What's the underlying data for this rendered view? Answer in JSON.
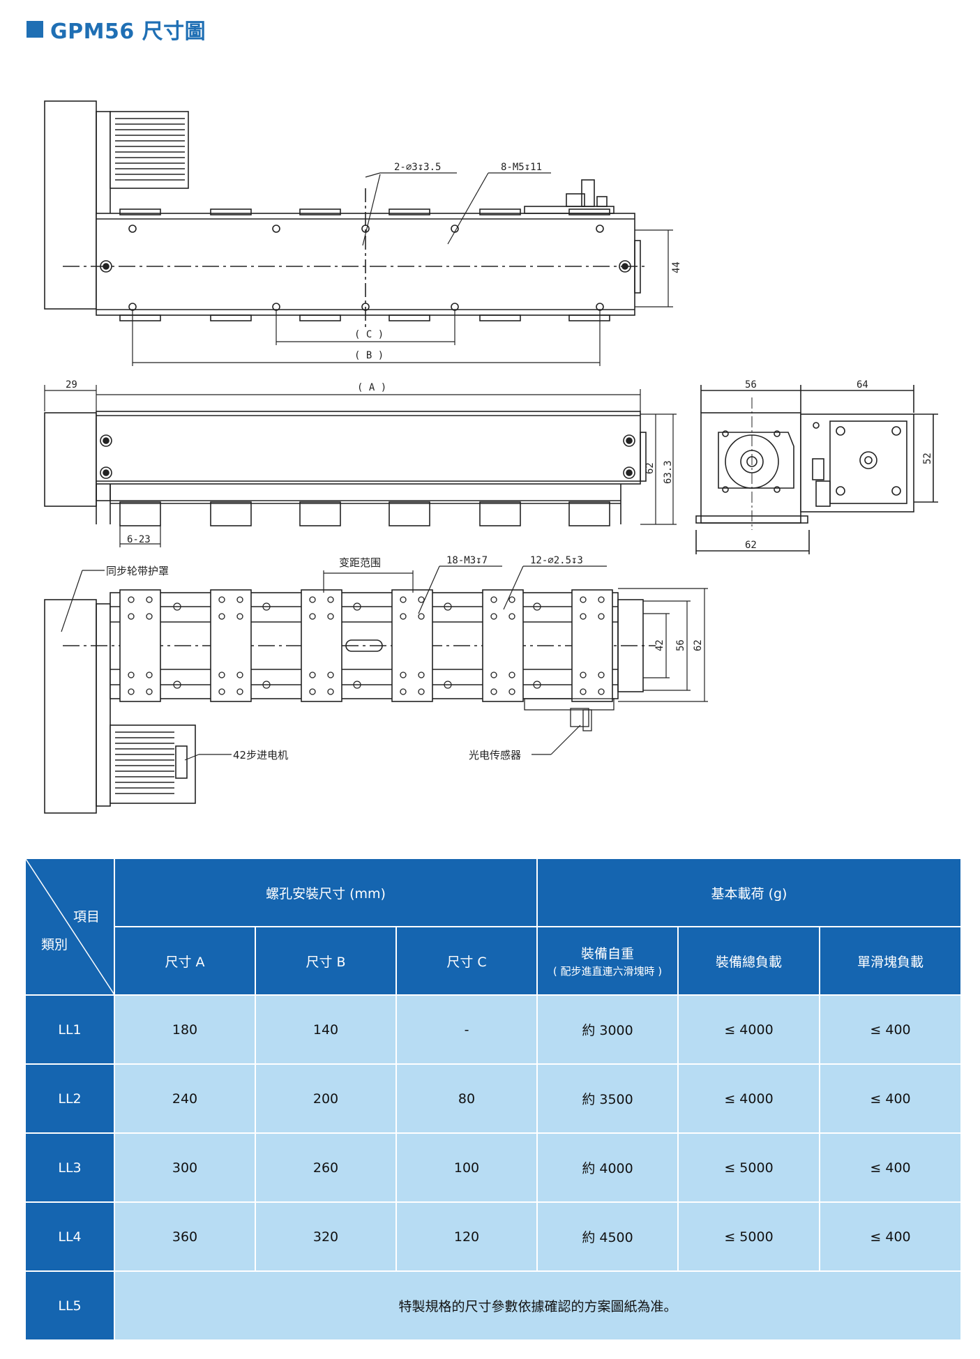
{
  "title": "GPM56 尺寸圖",
  "drawing": {
    "top_callouts": [
      "2-∅3↧3.5",
      "8-M5↧11"
    ],
    "dim_C": "( C )",
    "dim_B": "( B )",
    "dim_A": "( A )",
    "dim_44": "44",
    "dim_29": "29",
    "dim_62_side": "62",
    "dim_63_3": "63.3",
    "dim_6_23": "6-23",
    "end_56": "56",
    "end_64": "64",
    "end_52": "52",
    "end_62": "62",
    "belt_guard": "同步轮带护罩",
    "variable_pitch": "变距范围",
    "holes_18": "18-M3↧7",
    "holes_12": "12-∅2.5↧3",
    "dim_42": "42",
    "dim_56b": "56",
    "dim_62b": "62",
    "stepper": "42步进电机",
    "sensor": "光电传感器"
  },
  "table": {
    "corner_top": "項目",
    "corner_bottom": "類別",
    "group1": "螺孔安裝尺寸 (mm)",
    "group2": "基本載荷 (g)",
    "col_a": "尺寸 A",
    "col_b": "尺寸 B",
    "col_c": "尺寸 C",
    "col_weight": "裝備自重",
    "col_weight_sub": "( 配步進直連六滑塊時 )",
    "col_total": "裝備總負載",
    "col_single": "單滑塊負載",
    "rows": [
      {
        "name": "LL1",
        "a": "180",
        "b": "140",
        "c": "-",
        "w": "約 3000",
        "t": "≤ 4000",
        "s": "≤ 400"
      },
      {
        "name": "LL2",
        "a": "240",
        "b": "200",
        "c": "80",
        "w": "約 3500",
        "t": "≤ 4000",
        "s": "≤ 400"
      },
      {
        "name": "LL3",
        "a": "300",
        "b": "260",
        "c": "100",
        "w": "約 4000",
        "t": "≤ 5000",
        "s": "≤ 400"
      },
      {
        "name": "LL4",
        "a": "360",
        "b": "320",
        "c": "120",
        "w": "約 4500",
        "t": "≤ 5000",
        "s": "≤ 400"
      }
    ],
    "ll5_name": "LL5",
    "ll5_text": "特製規格的尺寸參數依據確認的方案圖紙為准。"
  }
}
